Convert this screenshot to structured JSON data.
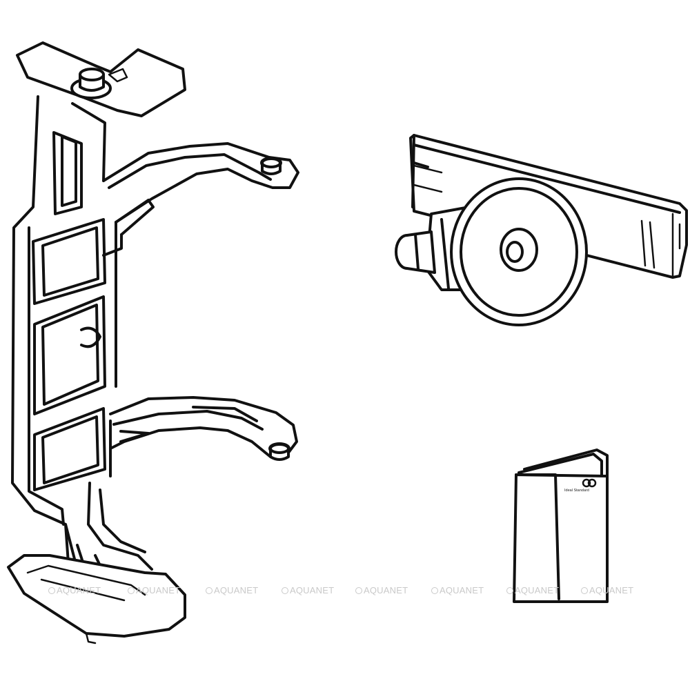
{
  "booklet": {
    "brand_text": "Ideal Standard"
  },
  "watermarks": [
    "AQUANET",
    "AQUANET",
    "AQUANET",
    "AQUANET",
    "AQUANET",
    "AQUANET",
    "AQUANET",
    "AQUANET"
  ],
  "colors": {
    "line": "#111111",
    "watermark": "#c9c9c9",
    "background": "#ffffff"
  }
}
